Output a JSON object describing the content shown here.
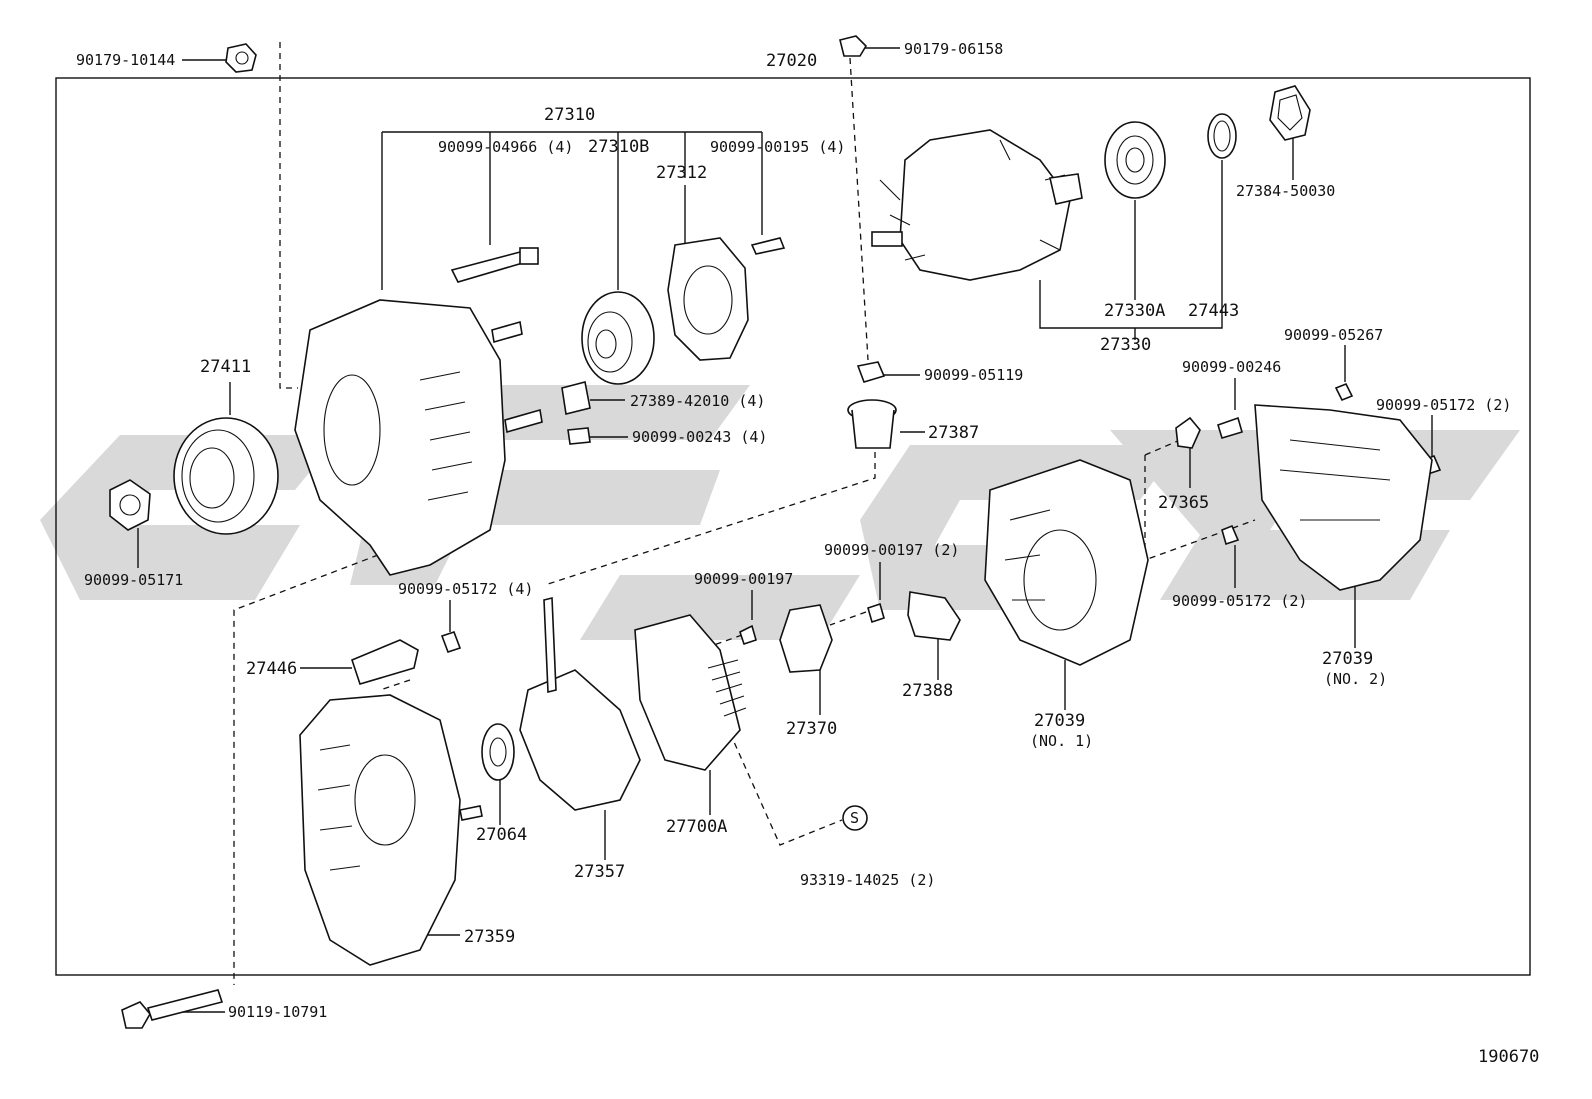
{
  "diagram": {
    "part_numbers": [
      "90179-10144",
      "27020",
      "90179-06158",
      "27310",
      "90099-04966 (4)",
      "27310B",
      "90099-00195 (4)",
      "27312",
      "27384-50030",
      "27330A",
      "27443",
      "27330",
      "27411",
      "90099-05119",
      "90099-05267",
      "90099-00246",
      "90099-05172 (2)",
      "27389-42010 (4)",
      "90099-00243 (4)",
      "27387",
      "27365",
      "90099-05171",
      "90099-05172 (4)",
      "90099-00197",
      "90099-00197 (2)",
      "90099-05172 (2)",
      "27446",
      "27039",
      "(NO. 2)",
      "27388",
      "27370",
      "27039",
      "(NO. 1)",
      "27064",
      "27700A",
      "27357",
      "93319-14025 (2)",
      "27359",
      "90119-10791",
      "190670"
    ],
    "callout_symbol": "S",
    "watermark_color": "#d9d9d9"
  }
}
